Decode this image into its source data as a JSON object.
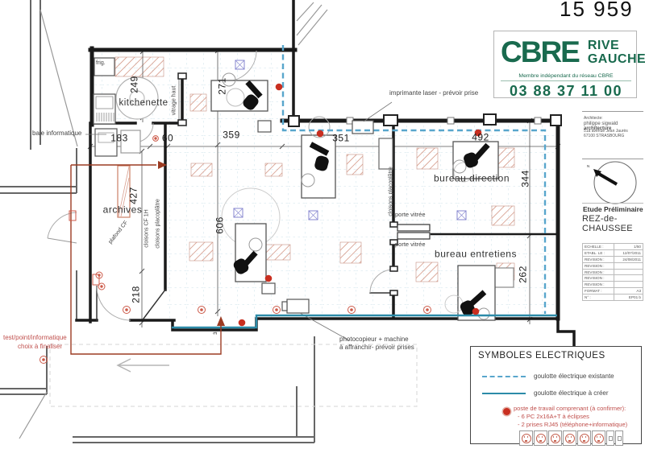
{
  "drawing_number": "15 959",
  "logo": {
    "brand": "CBRE",
    "division_line1": "RIVE",
    "division_line2": "GAUCHE",
    "tagline": "Membre indépendant du réseau CBRE",
    "phone": "03 88 37 11 00",
    "green": "#196a4e"
  },
  "title_block": {
    "architect_label": "Architecte:",
    "architect_name_regular": "philippe sigwald ",
    "architect_name_bold": "architecture",
    "architect_address1": "51a avenue Jean Jaurès",
    "architect_address2": "67100 STRASBOURG",
    "north_label": "N",
    "study_type": "Etude Préliminaire",
    "level": "REZ-de-CHAUSSEE",
    "table": [
      {
        "label": "ECHELLE :",
        "value": "1/50"
      },
      {
        "label": "ETABL. LE :",
        "value": "12/07/2011"
      },
      {
        "label": "REVISION :",
        "value": "24/08/2011"
      },
      {
        "label": "REVISION :",
        "value": ""
      },
      {
        "label": "REVISION :",
        "value": ""
      },
      {
        "label": "REVISION :",
        "value": ""
      },
      {
        "label": "REVISION :",
        "value": ""
      },
      {
        "label": "FORMAT :",
        "value": "A3"
      },
      {
        "label": "N° :",
        "value": "EP01 b"
      }
    ]
  },
  "legend": {
    "title": "SYMBOLES ELECTRIQUES",
    "existing_label": "goulotte électrique existante",
    "new_label": "goulotte électrique à créer",
    "workstation_line1": "poste de travail comprenant (à confirmer):",
    "workstation_line2": "- 6 PC 2x16A+T à éclipses",
    "workstation_line3": "- 2 prises RJ45 (téléphone+informatique)"
  },
  "plan": {
    "rooms": {
      "kitchenette": "kitchenette",
      "archives": "archives",
      "bureau_direction": "bureau direction",
      "bureau_entretiens": "bureau entretiens"
    },
    "annotations": {
      "frig": "frig.",
      "vitrage_haut": "vitrage haut",
      "baie_informatique": "baie informatique",
      "imprimante": "imprimante laser - prévoir prise",
      "cloisons_cf": "cloisons CF 1H",
      "cloisons_placo": "cloisons placoplâtre",
      "cloisons_placo2": "cloisons placoplâtre",
      "plafond_cf": "plafond CF",
      "porte_vitree1": "porte vitrée",
      "porte_vitree2": "porte vitrée",
      "photocopieur_l1": "photocopieur  + machine",
      "photocopieur_l2": "à affranchir- prévoir prises",
      "test_l1": "test/point/informatique",
      "test_l2": "choix à finaliser"
    },
    "dimensions": {
      "d249": "249",
      "d271": "271",
      "d183": "183",
      "d60": "60",
      "d359": "359",
      "d351": "351",
      "d492": "492",
      "d344": "344",
      "d427": "427",
      "d606": "606",
      "d218": "218",
      "d262": "262",
      "d35": "35"
    }
  },
  "colors": {
    "goulotte_existing": "#58a6cc",
    "goulotte_new": "#2c8ba8",
    "workstation_red": "#c92f20",
    "annotation_red": "#c0504d",
    "hatch_red": "#cd8874",
    "grid_blue": "#c6dde8",
    "wall_black": "#1a1a1a",
    "cbre_green": "#196a4e"
  }
}
